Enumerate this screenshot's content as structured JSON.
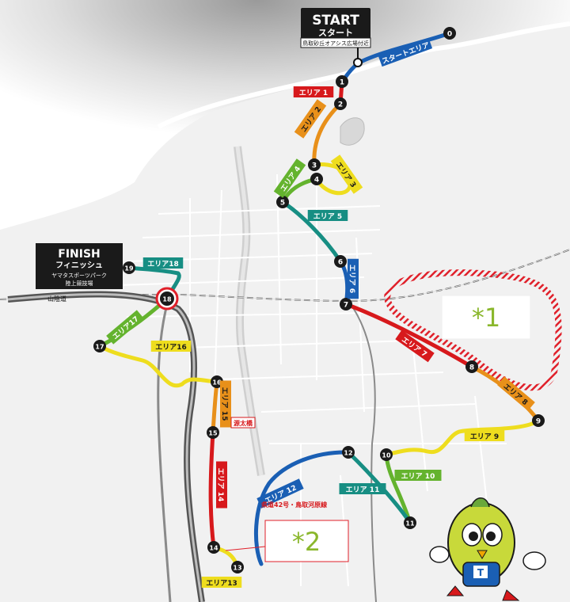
{
  "start": {
    "title": "START",
    "subtitle": "スタート",
    "location": "鳥取砂丘オアシス広場付近"
  },
  "finish": {
    "title": "FINISH",
    "subtitle": "フィニッシュ",
    "location_line1": "ヤマタスポーツパーク",
    "location_line2": "陸上競技場"
  },
  "areas": [
    {
      "id": "start",
      "label": "スタートエリア",
      "color": "#1a5fb4"
    },
    {
      "id": "1",
      "label": "エリア 1",
      "color": "#d7191c"
    },
    {
      "id": "2",
      "label": "エリア 2",
      "color": "#e8901a"
    },
    {
      "id": "3",
      "label": "エリア 3",
      "color": "#eedd1e"
    },
    {
      "id": "4",
      "label": "エリア 4",
      "color": "#64b32e"
    },
    {
      "id": "5",
      "label": "エリア 5",
      "color": "#178e83"
    },
    {
      "id": "6",
      "label": "エリア 6",
      "color": "#1a5fb4"
    },
    {
      "id": "7",
      "label": "エリア 7",
      "color": "#d7191c"
    },
    {
      "id": "8",
      "label": "エリア 8",
      "color": "#e8901a"
    },
    {
      "id": "9",
      "label": "エリア 9",
      "color": "#eedd1e"
    },
    {
      "id": "10",
      "label": "エリア 10",
      "color": "#64b32e"
    },
    {
      "id": "11",
      "label": "エリア 11",
      "color": "#178e83"
    },
    {
      "id": "12",
      "label": "エリア 12",
      "color": "#1a5fb4"
    },
    {
      "id": "13",
      "label": "エリア13",
      "color": "#eedd1e"
    },
    {
      "id": "14",
      "label": "エリア 14",
      "color": "#d7191c"
    },
    {
      "id": "15",
      "label": "エリア 15",
      "color": "#e8901a"
    },
    {
      "id": "16",
      "label": "エリア16",
      "color": "#eedd1e"
    },
    {
      "id": "17",
      "label": "エリア17",
      "color": "#64b32e"
    },
    {
      "id": "18",
      "label": "エリア18",
      "color": "#178e83"
    }
  ],
  "checkpoints": [
    "0",
    "1",
    "2",
    "3",
    "4",
    "5",
    "6",
    "7",
    "8",
    "9",
    "10",
    "11",
    "12",
    "13",
    "14",
    "15",
    "16",
    "17",
    "18",
    "19"
  ],
  "notes": {
    "note1": "*1",
    "note2": "*2"
  },
  "road_labels": {
    "highway": "山陰道",
    "prefectural_road": "県道42号・鳥取河原線",
    "bridge": "源太橋"
  }
}
